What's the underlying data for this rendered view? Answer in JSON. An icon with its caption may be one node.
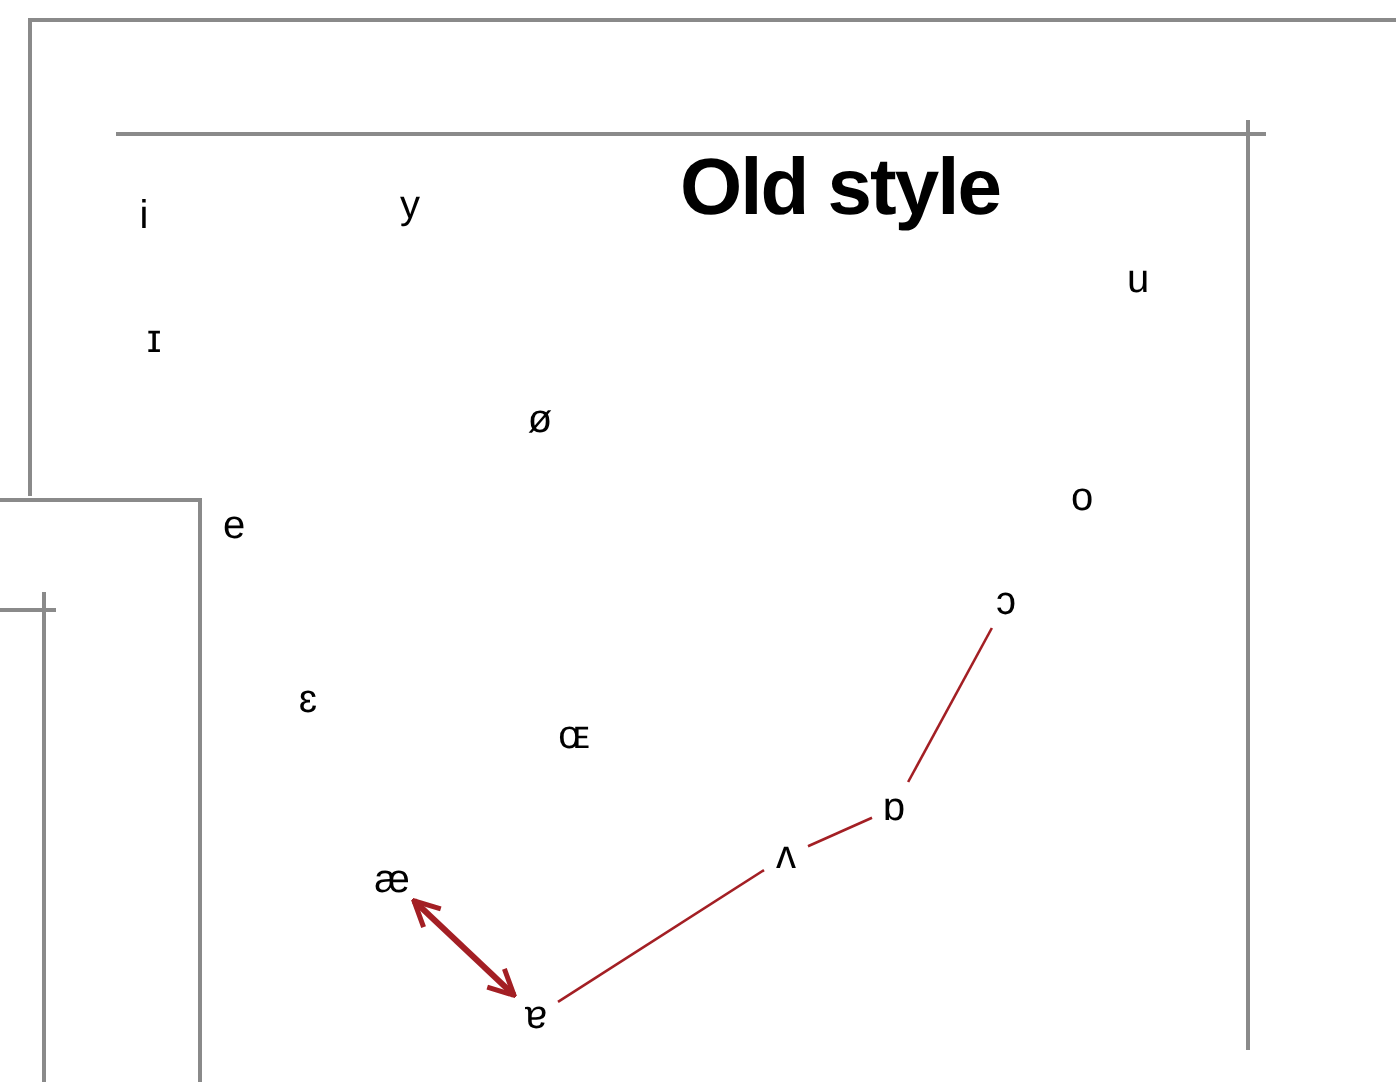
{
  "diagram": {
    "title": "Old style",
    "nodes": [
      {
        "text": [
          "ɔ"
        ]
      },
      {
        "text": [
          "ɒ"
        ]
      },
      {
        "text": [
          "ʌ"
        ]
      },
      {
        "text": [
          "ɐ"
        ]
      },
      {
        "text": [
          "æ"
        ]
      }
    ],
    "edges": [
      {
        "from": 0,
        "to": 1,
        "arrow": "none",
        "color": "#a31f24"
      },
      {
        "from": 1,
        "to": 2,
        "arrow": "none",
        "color": "#a31f24"
      },
      {
        "from": 2,
        "to": 3,
        "arrow": "none",
        "color": "#a31f24"
      },
      {
        "from": 4,
        "to": 3,
        "arrow": "both",
        "style": "thick",
        "color": "#a31f24"
      }
    ],
    "labels": [
      "i",
      "y",
      "u",
      "ɪ",
      "ø",
      "e",
      "o",
      "ɛ",
      "ɶ"
    ]
  }
}
